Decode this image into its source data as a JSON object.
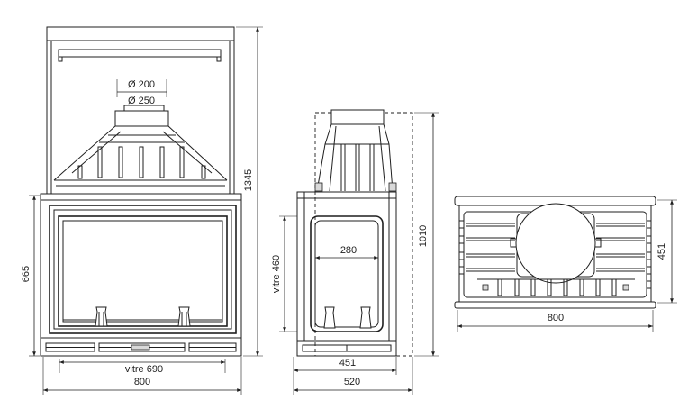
{
  "colors": {
    "line": "#1f1f1f"
  },
  "front_view": {
    "flue_diameter_inner": "Ø 200",
    "flue_diameter_outer": "Ø 250",
    "total_height": "1345",
    "body_height": "665",
    "glass_width": "vitre 690",
    "width": "800"
  },
  "side_view": {
    "glass_height": "vitre 460",
    "glass_width": "280",
    "total_height": "1010",
    "body_depth": "451",
    "total_depth": "520"
  },
  "top_view": {
    "depth": "451",
    "width": "800"
  }
}
